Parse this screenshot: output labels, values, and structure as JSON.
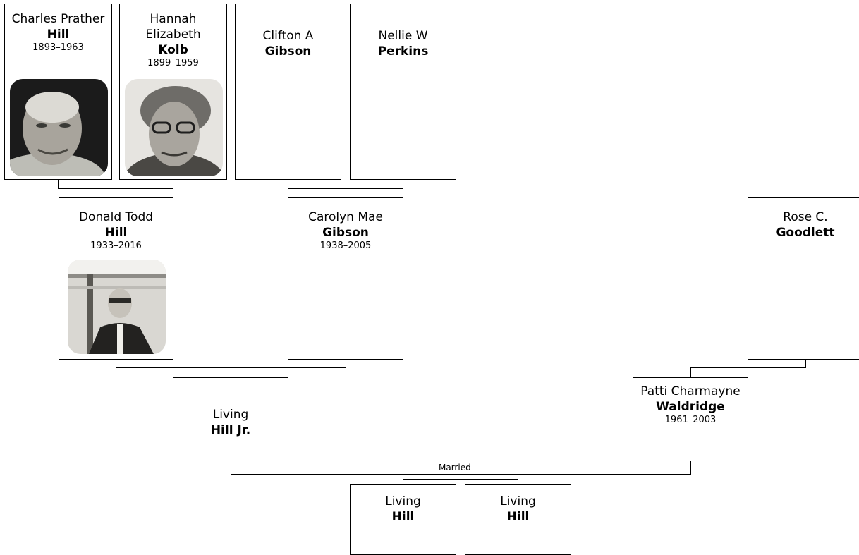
{
  "people": {
    "charles": {
      "given": "Charles Prather",
      "surname": "Hill",
      "dates": "1893–1963"
    },
    "hannah": {
      "given": "Hannah Elizabeth",
      "surname": "Kolb",
      "dates": "1899–1959"
    },
    "clifton": {
      "given": "Clifton A",
      "surname": "Gibson"
    },
    "nellie": {
      "given": "Nellie W",
      "surname": "Perkins"
    },
    "donald": {
      "given": "Donald Todd",
      "surname": "Hill",
      "dates": "1933–2016"
    },
    "carolyn": {
      "given": "Carolyn Mae",
      "surname": "Gibson",
      "dates": "1938–2005"
    },
    "rose": {
      "given": "Rose C.",
      "surname": "Goodlett"
    },
    "living_jr": {
      "given": "Living",
      "surname": "Hill Jr."
    },
    "patti": {
      "given": "Patti Charmayne",
      "surname": "Waldridge",
      "dates": "1961–2003"
    },
    "child1": {
      "given": "Living",
      "surname": "Hill"
    },
    "child2": {
      "given": "Living",
      "surname": "Hill"
    }
  },
  "labels": {
    "married": "Married"
  }
}
